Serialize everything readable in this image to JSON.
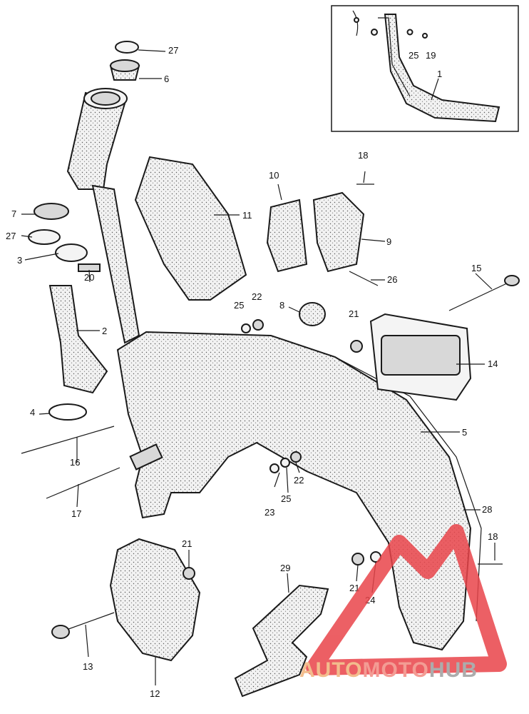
{
  "diagram": {
    "callouts": [
      {
        "id": "c27a",
        "text": "27"
      },
      {
        "id": "c6",
        "text": "6"
      },
      {
        "id": "c7",
        "text": "7"
      },
      {
        "id": "c27b",
        "text": "27"
      },
      {
        "id": "c3",
        "text": "3"
      },
      {
        "id": "c20",
        "text": "20"
      },
      {
        "id": "c2",
        "text": "2"
      },
      {
        "id": "c4",
        "text": "4"
      },
      {
        "id": "c16",
        "text": "16"
      },
      {
        "id": "c17",
        "text": "17"
      },
      {
        "id": "c11",
        "text": "11"
      },
      {
        "id": "c10",
        "text": "10"
      },
      {
        "id": "c18a",
        "text": "18"
      },
      {
        "id": "c9",
        "text": "9"
      },
      {
        "id": "c26",
        "text": "26"
      },
      {
        "id": "c15",
        "text": "15"
      },
      {
        "id": "c25a",
        "text": "25"
      },
      {
        "id": "c22a",
        "text": "22"
      },
      {
        "id": "c8",
        "text": "8"
      },
      {
        "id": "c21a",
        "text": "21"
      },
      {
        "id": "c14",
        "text": "14"
      },
      {
        "id": "c5",
        "text": "5"
      },
      {
        "id": "c22b",
        "text": "22"
      },
      {
        "id": "c25b",
        "text": "25"
      },
      {
        "id": "c23",
        "text": "23"
      },
      {
        "id": "c28",
        "text": "28"
      },
      {
        "id": "c18b",
        "text": "18"
      },
      {
        "id": "c21b",
        "text": "21"
      },
      {
        "id": "c24",
        "text": "24"
      },
      {
        "id": "c29",
        "text": "29"
      },
      {
        "id": "c21c",
        "text": "21"
      },
      {
        "id": "c13",
        "text": "13"
      },
      {
        "id": "c12",
        "text": "12"
      },
      {
        "id": "c25c",
        "text": "25"
      },
      {
        "id": "c19",
        "text": "19"
      },
      {
        "id": "c1",
        "text": "1"
      }
    ]
  },
  "watermark": {
    "part1": "AUTO",
    "part2": "MOTO",
    "part3": "HUB",
    "colors": {
      "auto": "#f0b27a",
      "moto": "#f28b82",
      "hub": "#9e9e9e",
      "logo": "#e9444a"
    }
  }
}
